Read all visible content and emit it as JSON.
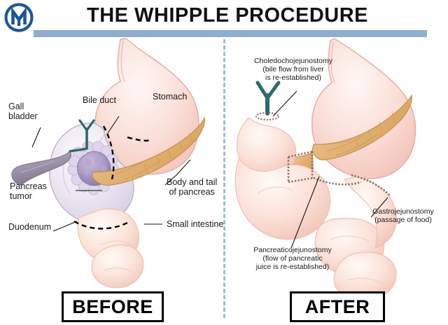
{
  "header": {
    "title": "THE WHIPPLE PROCEDURE",
    "logo_icon": "mayo-clinic-m-logo-icon",
    "bar_color": "#8fadcc"
  },
  "divider": {
    "style": "dashed-vertical",
    "color": "#9cbcd4"
  },
  "panels": {
    "before": {
      "caption": "BEFORE",
      "labels": [
        {
          "id": "gall-bladder",
          "text": "Gall\nbladder"
        },
        {
          "id": "bile-duct",
          "text": "Bile duct"
        },
        {
          "id": "stomach",
          "text": "Stomach"
        },
        {
          "id": "pancreas-tumor",
          "text": "Pancreas\ntumor"
        },
        {
          "id": "body-tail",
          "text": "Body and tail\nof pancreas"
        },
        {
          "id": "duodenum",
          "text": "Duodenum"
        },
        {
          "id": "small-intestine",
          "text": "Small intestine"
        }
      ]
    },
    "after": {
      "caption": "AFTER",
      "labels": [
        {
          "id": "choledochojejunostomy",
          "text": "Choledochojejunostomy\n(bile flow from liver\nis re-established)"
        },
        {
          "id": "gastrojejunostomy",
          "text": "Gastrojejunostomy\n(passage of food)"
        },
        {
          "id": "pancreaticojejunostomy",
          "text": "Pancreaticojejunostomy\n(flow of pancreatic\njuice is re-established)"
        }
      ]
    }
  },
  "anatomy_colors": {
    "stomach_fill": "#fadfd8",
    "stomach_edge": "#e8a99c",
    "pancreas_fill": "#e3b478",
    "pancreas_edge": "#c68f4e",
    "duodenum_fill": "#e9e4f0",
    "duodenum_edge": "#b9b0c9",
    "tumor_fill": "#a898c4",
    "gallbladder_fill": "#9a92a8",
    "bile_duct": "#2d6b6b",
    "resection_line": "#000000",
    "suture_line": "#8a6a62"
  }
}
